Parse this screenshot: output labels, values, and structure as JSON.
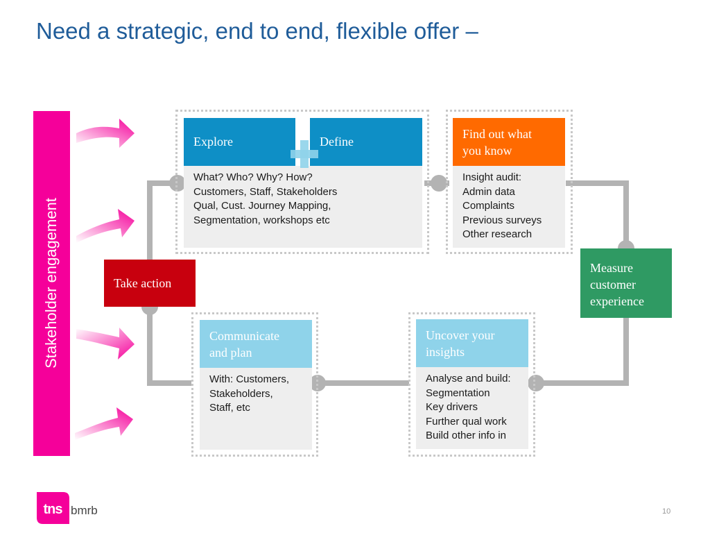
{
  "title": "Need a strategic, end to end, flexible offer –",
  "stakeholder": {
    "label": "Stakeholder engagement"
  },
  "explore": {
    "label": "Explore"
  },
  "define": {
    "label": "Define"
  },
  "explore_define": {
    "lines": [
      "What? Who? Why? How?",
      "Customers,  Staff,  Stakeholders",
      "Qual, Cust. Journey Mapping,",
      "Segmentation, workshops etc"
    ]
  },
  "find_out": {
    "title_lines": [
      "Find out what",
      "you know"
    ],
    "lines": [
      "Insight audit:",
      "Admin data",
      "Complaints",
      "Previous surveys",
      "Other research"
    ]
  },
  "measure": {
    "lines": [
      "Measure",
      "customer",
      "experience"
    ]
  },
  "take_action": {
    "label": "Take action"
  },
  "communicate": {
    "title_lines": [
      "Communicate",
      "and plan"
    ],
    "lines": [
      "With: Customers,",
      "Stakeholders,",
      "Staff, etc"
    ]
  },
  "uncover": {
    "title_lines": [
      "Uncover your",
      "insights"
    ],
    "lines": [
      "Analyse and build:",
      "Segmentation",
      "Key drivers",
      "Further qual work",
      "Build other info in"
    ]
  },
  "logo": {
    "brand": "tns",
    "sub": "bmrb"
  },
  "page_number": "10",
  "colors": {
    "title": "#1f5c99",
    "magenta": "#f5009a",
    "blue": "#0e8fc6",
    "light_blue": "#8fd3ea",
    "orange": "#ff6a00",
    "green": "#2f9a63",
    "red": "#c8000e",
    "connector": "#b3b3b3",
    "panel": "#eeeeee"
  }
}
